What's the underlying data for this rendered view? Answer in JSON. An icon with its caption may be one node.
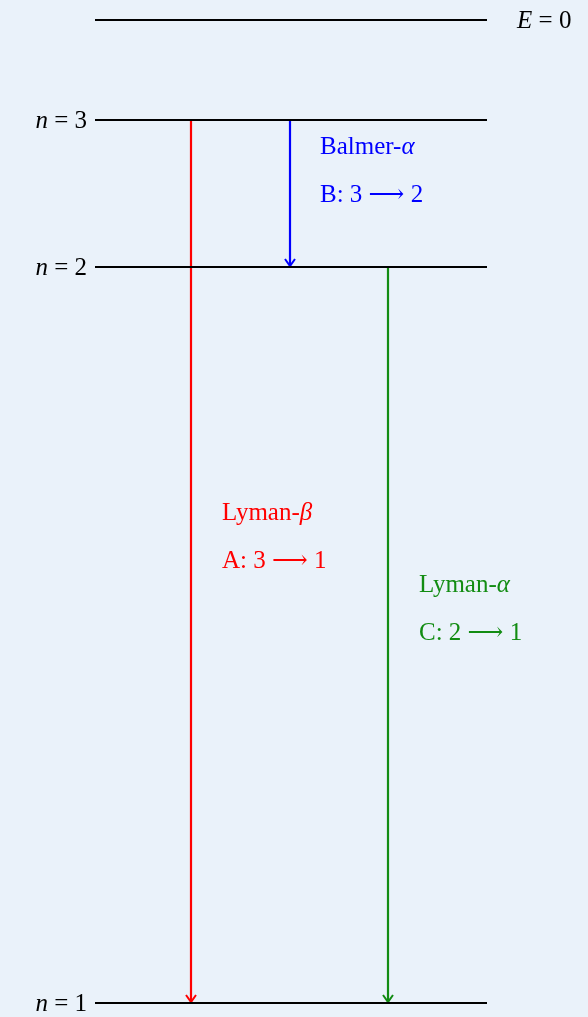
{
  "diagram": {
    "nodes": [
      {
        "text": [],
        "shape": "bar",
        "beside": [
          "*E* = 0"
        ]
      },
      {
        "text": [],
        "shape": "bar",
        "beside": [
          "*n* = 3"
        ]
      },
      {
        "text": [],
        "shape": "bar",
        "beside": [
          "*n* = 2"
        ]
      },
      {
        "text": [],
        "shape": "bar",
        "beside": [
          "*n* = 1"
        ]
      }
    ],
    "edges": [
      {
        "from": 1,
        "to": 2,
        "arrow": "to",
        "label": "Balmer-*α* B: 3 ⟶ 2",
        "color": "#0000ff"
      },
      {
        "from": 1,
        "to": 3,
        "arrow": "to",
        "label": "Lyman-*β* A: 3 ⟶ 1",
        "color": "#ff0000"
      },
      {
        "from": 2,
        "to": 3,
        "arrow": "to",
        "label": "Lyman-*α* C: 2 ⟶ 1",
        "color": "#128c12"
      }
    ]
  }
}
